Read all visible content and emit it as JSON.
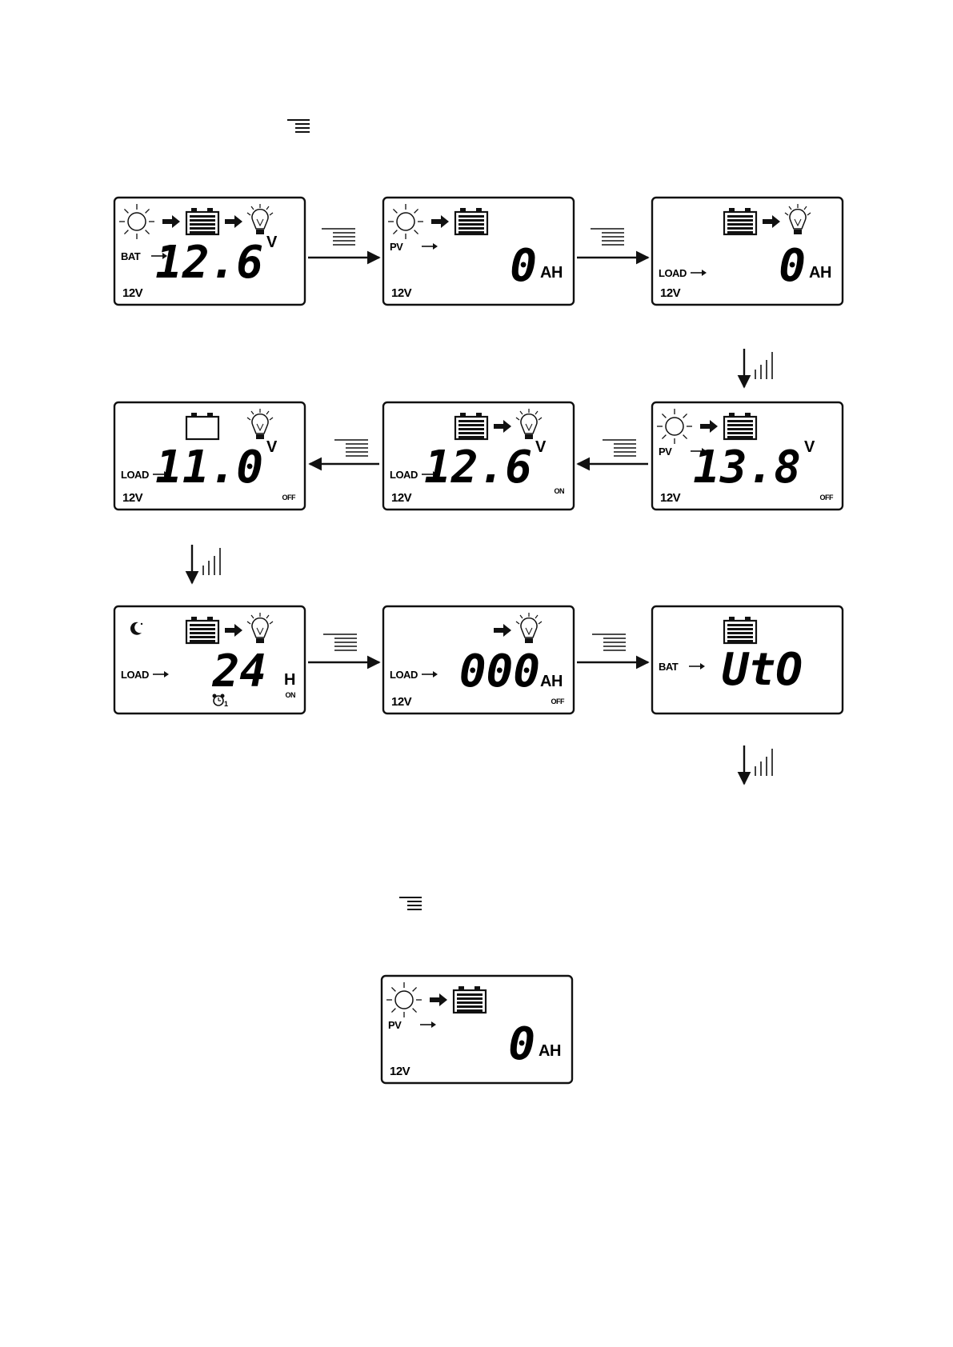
{
  "menu_icon_name": "menu-lines-icon",
  "down_icon_name": "long-press-down-icon",
  "screens": [
    {
      "id": "s1",
      "icons": [
        "sun",
        "arrow",
        "battery-full",
        "arrow",
        "bulb"
      ],
      "label": "BAT",
      "value": "12.6",
      "unit": "V",
      "system": "12V",
      "state": ""
    },
    {
      "id": "s2",
      "icons": [
        "sun",
        "arrow",
        "battery-full"
      ],
      "label": "PV",
      "value": "0",
      "unit": "AH",
      "system": "12V",
      "state": ""
    },
    {
      "id": "s3",
      "icons": [
        "battery-full",
        "arrow",
        "bulb"
      ],
      "label": "LOAD",
      "value": "0",
      "unit": "AH",
      "system": "12V",
      "state": ""
    },
    {
      "id": "s4",
      "icons": [
        "battery-empty",
        "bulb"
      ],
      "label": "LOAD",
      "value": "11.0",
      "unit": "V",
      "system": "12V",
      "state": "OFF"
    },
    {
      "id": "s5",
      "icons": [
        "battery-full",
        "arrow",
        "bulb"
      ],
      "label": "LOAD",
      "value": "12.6",
      "unit": "V",
      "system": "12V",
      "state": "ON"
    },
    {
      "id": "s6",
      "icons": [
        "sun",
        "arrow",
        "battery-full"
      ],
      "label": "PV",
      "value": "13.8",
      "unit": "V",
      "system": "12V",
      "state": "OFF"
    },
    {
      "id": "s7",
      "icons": [
        "moon",
        "battery-full",
        "arrow",
        "bulb",
        "alarm"
      ],
      "label": "LOAD",
      "value": "24",
      "unit": "H",
      "system": "",
      "state": "ON"
    },
    {
      "id": "s8",
      "icons": [
        "arrow",
        "bulb"
      ],
      "label": "LOAD",
      "value": "000",
      "unit": "AH",
      "system": "12V",
      "state": "OFF"
    },
    {
      "id": "s9",
      "icons": [
        "battery-full"
      ],
      "label": "BAT",
      "value": "UtO",
      "unit": "",
      "system": "",
      "state": ""
    },
    {
      "id": "s10",
      "icons": [
        "sun",
        "arrow",
        "battery-full"
      ],
      "label": "PV",
      "value": "0",
      "unit": "AH",
      "system": "12V",
      "state": ""
    }
  ],
  "alarm_index": "1"
}
